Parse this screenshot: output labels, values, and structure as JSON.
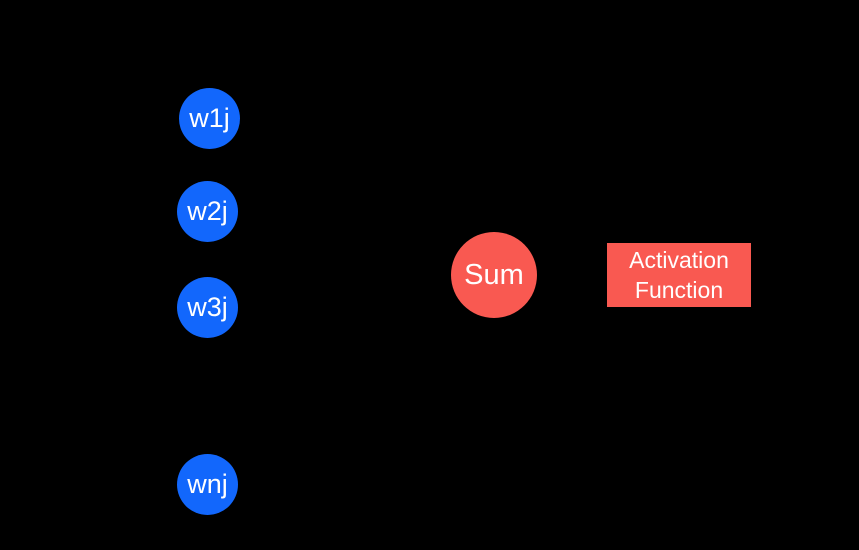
{
  "diagram": {
    "title": "artificial neuron weights, sum and activation diagram",
    "colors": {
      "background": "#000000",
      "weight_node_fill": "#1267fc",
      "sum_node_fill": "#f95951",
      "activation_box_fill": "#f95951",
      "label_text": "#ffffff"
    },
    "weights": [
      {
        "label": "w1j"
      },
      {
        "label": "w2j"
      },
      {
        "label": "w3j"
      },
      {
        "label": "wnj"
      }
    ],
    "sum": {
      "label": "Sum"
    },
    "activation": {
      "label": "Activation\nFunction"
    }
  }
}
